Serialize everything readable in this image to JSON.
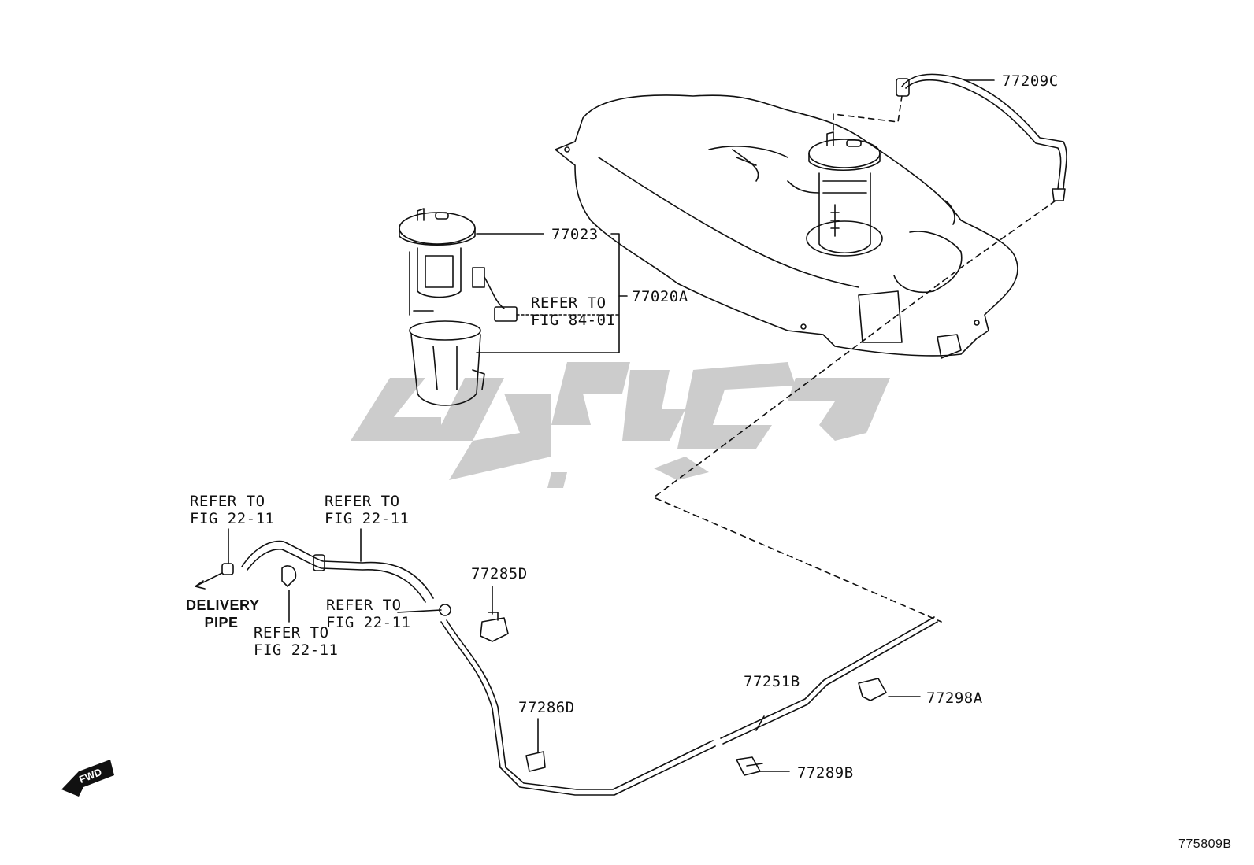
{
  "parts": {
    "p77209C": "77209C",
    "p77023": "77023",
    "p77020A": "77020A",
    "p77285D": "77285D",
    "p77286D": "77286D",
    "p77251B": "77251B",
    "p77298A": "77298A",
    "p77289B": "77289B"
  },
  "refs": {
    "fig84_l1": "REFER TO",
    "fig84_l2": "FIG 84-01",
    "a_l1": "REFER TO",
    "a_l2": "FIG 22-11",
    "b_l1": "REFER TO",
    "b_l2": "FIG 22-11",
    "c_l1": "REFER TO",
    "c_l2": "FIG 22-11",
    "d_l1": "REFER TO",
    "d_l2": "FIG 22-11"
  },
  "delivery": {
    "l1": "DELIVERY",
    "l2": "PIPE"
  },
  "fwd": "FWD",
  "figure_id": "775809B",
  "colors": {
    "ink": "#111111",
    "watermark": "#c9c9c9"
  }
}
